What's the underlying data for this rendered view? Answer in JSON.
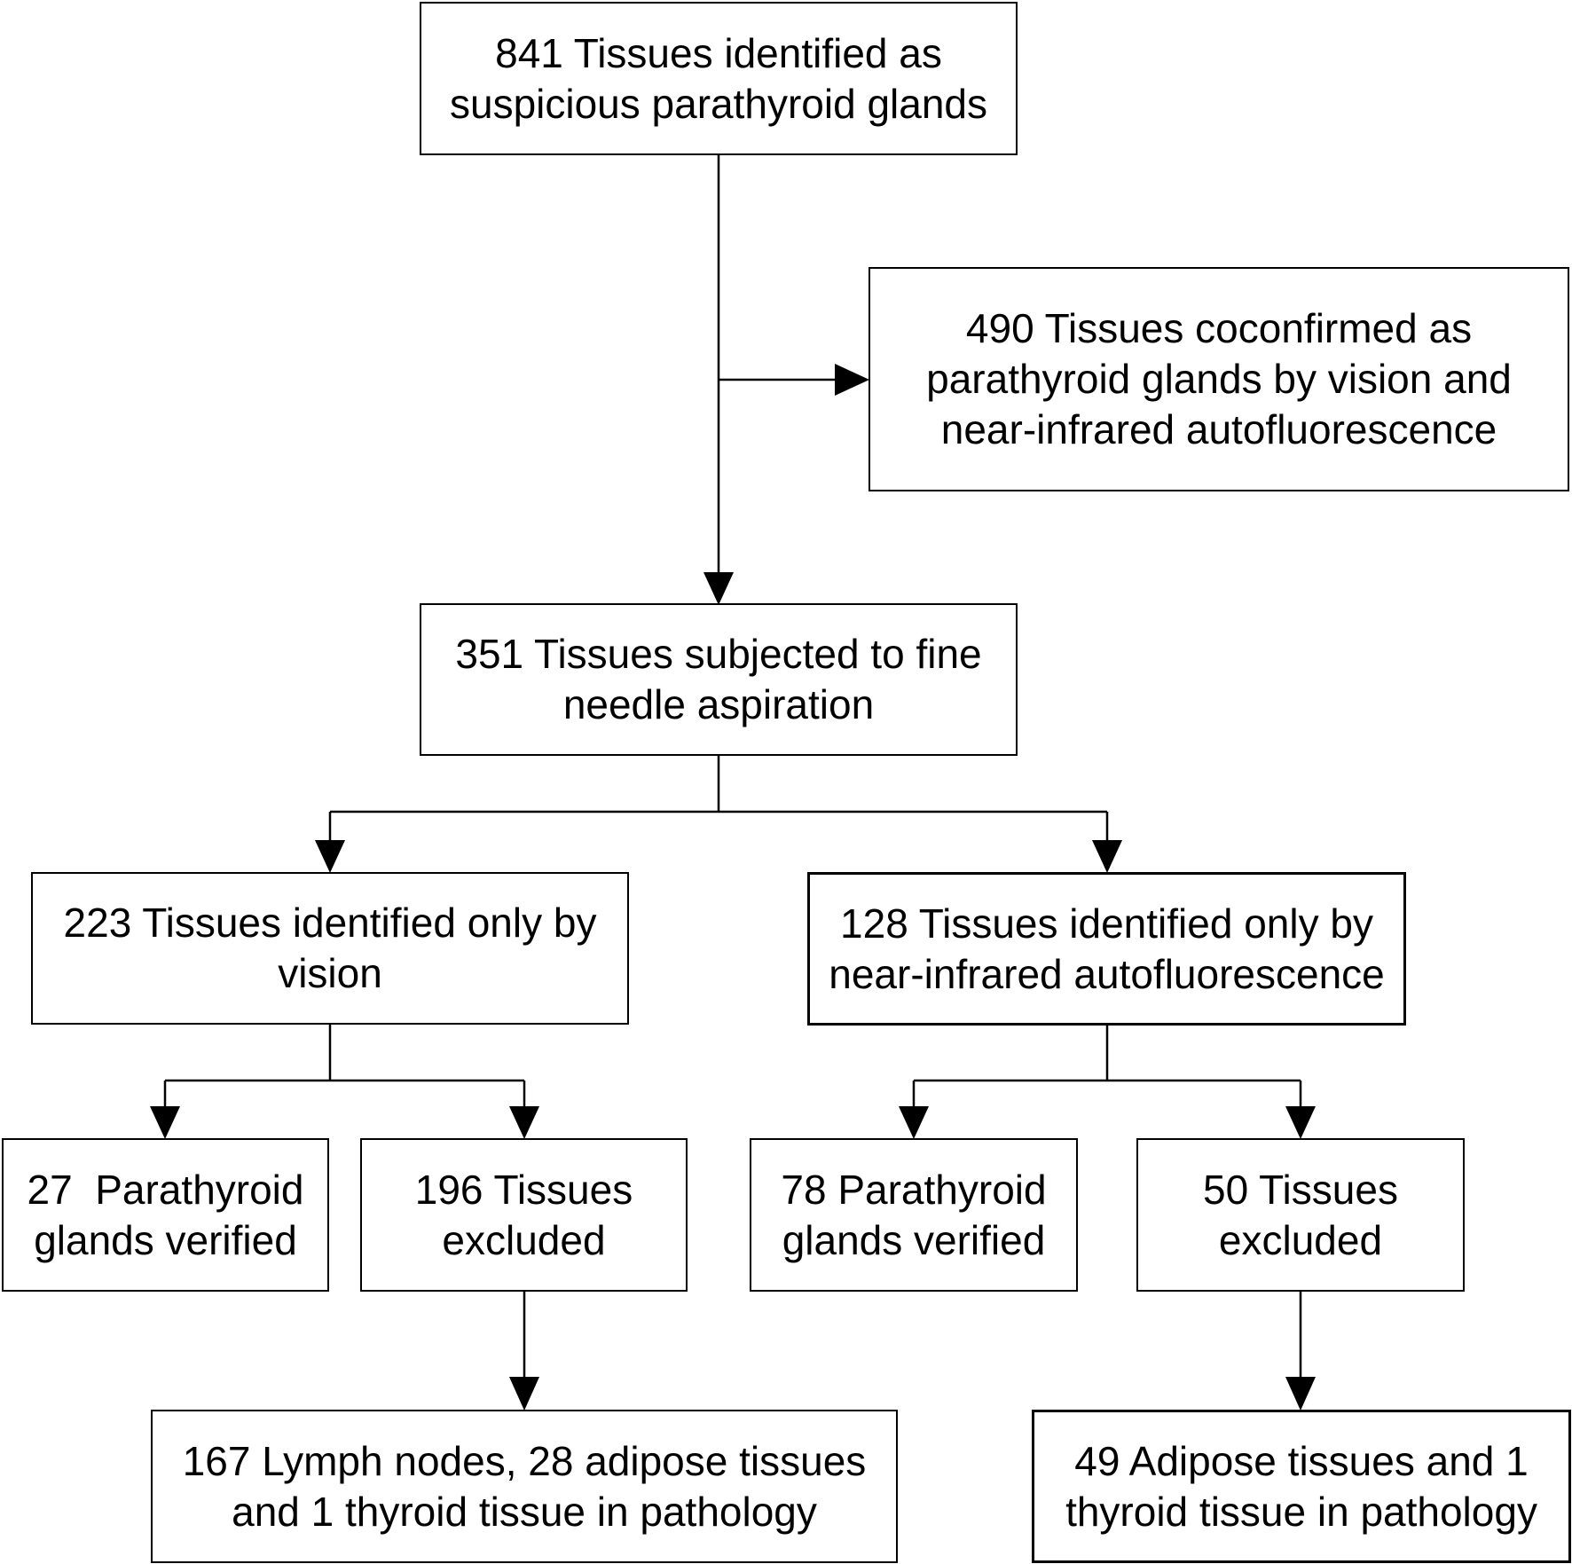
{
  "colors": {
    "line": "#000000",
    "background": "#ffffff"
  },
  "boxes": {
    "suspicious": {
      "lines": [
        "841 Tissues identified as",
        "suspicious parathyroid glands"
      ]
    },
    "coconfirmed": {
      "lines": [
        "490 Tissues coconfirmed as",
        "parathyroid glands by vision and",
        "near-infrared autofluorescence"
      ]
    },
    "fna": {
      "lines": [
        "351 Tissues subjected to fine",
        "needle aspiration"
      ]
    },
    "vision_only": {
      "lines": [
        "223 Tissues identified only by",
        "vision"
      ]
    },
    "nir_only": {
      "lines": [
        "128 Tissues identified only by",
        "near-infrared autofluorescence"
      ]
    },
    "vision_verified": {
      "lines": [
        "27  Parathyroid",
        "glands verified"
      ]
    },
    "vision_excluded": {
      "lines": [
        "196 Tissues",
        "excluded"
      ]
    },
    "nir_verified": {
      "lines": [
        "78 Parathyroid",
        "glands verified"
      ]
    },
    "nir_excluded": {
      "lines": [
        "50 Tissues",
        "excluded"
      ]
    },
    "vision_pathology": {
      "lines": [
        "167 Lymph nodes, 28 adipose tissues",
        "and 1 thyroid tissue in pathology"
      ]
    },
    "nir_pathology": {
      "lines": [
        "49 Adipose tissues and 1",
        "thyroid tissue in pathology"
      ]
    }
  }
}
